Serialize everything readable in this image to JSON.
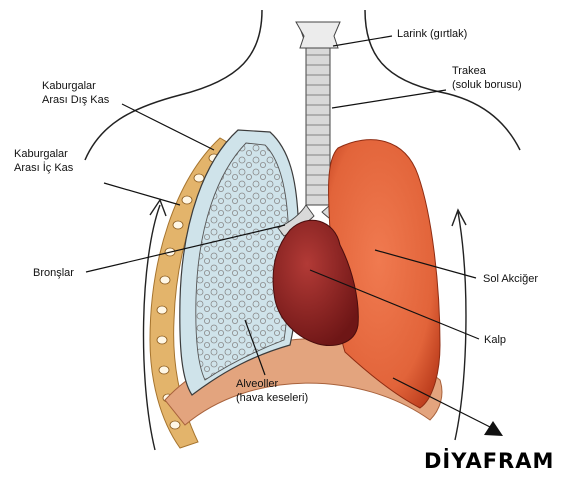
{
  "colors": {
    "lung_fill": "#e2643a",
    "lung_edge": "#b8391a",
    "heart_fill": "#8c2424",
    "trachea": "#c7c7c7",
    "pleura": "#cfe3ea",
    "rib_wall": "#e3b46b",
    "diaphragm": "#e3a47e",
    "leader_line": "#111111"
  },
  "labels": {
    "larynx": "Larink (gırtlak)",
    "trachea_1": "Trakea",
    "trachea_2": "(soluk borusu)",
    "ext_intercostal_1": "Kaburgalar",
    "ext_intercostal_2": "Arası Dış Kas",
    "int_intercostal_1": "Kaburgalar",
    "int_intercostal_2": "Arası İç Kas",
    "bronchi": "Bronşlar",
    "left_lung": "Sol Akciğer",
    "heart": "Kalp",
    "alveoli_1": "Alveoller",
    "alveoli_2": "(hava keseleri)",
    "diaphragm": "DİYAFRAM"
  }
}
